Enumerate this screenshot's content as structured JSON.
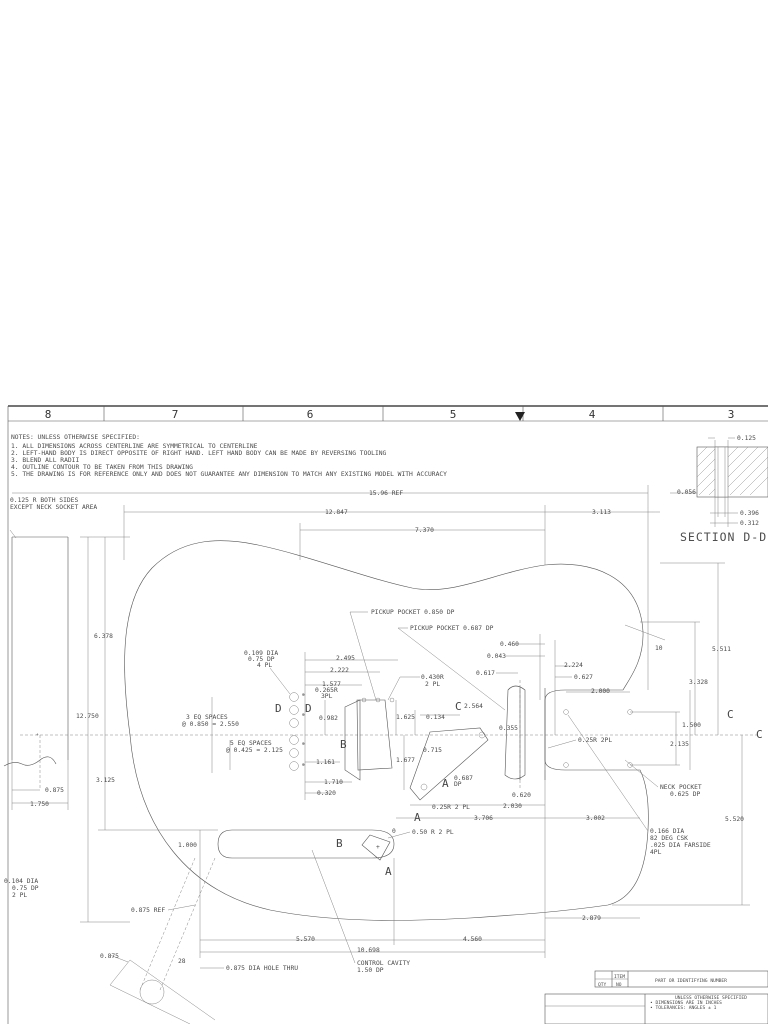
{
  "zones": [
    "8",
    "7",
    "6",
    "5",
    "4",
    "3"
  ],
  "notes": {
    "title": "NOTES: UNLESS OTHERWISE SPECIFIED:",
    "lines": [
      "1. ALL DIMENSIONS ACROSS CENTERLINE ARE SYMMETRICAL TO CENTERLINE",
      "2. LEFT-HAND BODY IS DIRECT OPPOSITE OF RIGHT HAND. LEFT HAND BODY CAN BE MADE BY REVERSING TOOLING",
      "3. BLEND ALL RADII",
      "4. OUTLINE CONTOUR TO BE TAKEN FROM THIS DRAWING",
      "5. THE DRAWING IS FOR REFERENCE ONLY AND DOES NOT GUARANTEE ANY DIMENSION TO MATCH ANY EXISTING MODEL WITH ACCURACY"
    ]
  },
  "section": {
    "title": "SECTION D-D",
    "dims": [
      "0.125",
      "0.056",
      "0.396",
      "0.312"
    ]
  },
  "callouts": {
    "edge_radius": [
      "0.125 R BOTH SIDES",
      "EXCEPT NECK SOCKET AREA"
    ],
    "pickup_850": "PICKUP POCKET 0.850 DP",
    "pickup_687": "PICKUP POCKET 0.687 DP",
    "holes_109": [
      "0.109 DIA",
      "0.75 DP",
      "4 PL"
    ],
    "radius_265": [
      "0.265R",
      "3PL"
    ],
    "radius_430": [
      "0.430R",
      "2 PL"
    ],
    "eq_spaces_3": [
      "3 EQ SPACES",
      "@ 0.850 = 2.550"
    ],
    "eq_spaces_5": [
      "5 EQ SPACES",
      "@ 0.425 = 2.125"
    ],
    "depth_687": [
      "0.687",
      "DP"
    ],
    "radius_25_a": "0.25R 2 PL",
    "radius_25_b": "0.25R 2PL",
    "radius_50": "0.50 R 2 PL",
    "neck_pocket": [
      "NECK POCKET",
      "0.625 DP"
    ],
    "dia_166": [
      "0.166 DIA",
      "82 DEG CSK",
      ".025 DIA FARSIDE",
      "4PL"
    ],
    "dia_104": [
      "0.104 DIA",
      "0.75 DP",
      "2 PL"
    ],
    "ref_875": "0.875 REF",
    "hole_thru": "0.875 DIA HOLE THRU",
    "control_cavity": [
      "CONTROL CAVITY",
      "1.50 DP"
    ],
    "angle_10": "10",
    "angle_28": "28",
    "zero_lbl": "0"
  },
  "dims": {
    "overall": "15.96 REF",
    "d12847": "12.847",
    "d3113": "3.113",
    "d7370": "7.370",
    "d6378": "6.378",
    "d12750": "12.750",
    "d3125": "3.125",
    "d5511": "5.511",
    "d3328": "3.328",
    "d5520": "5.520",
    "d2495": "2.495",
    "d2222": "2.222",
    "d1577": "1.577",
    "d0982": "0.982",
    "d1625": "1.625",
    "d0134": "0.134",
    "d2564": "2.564",
    "d0617": "0.617",
    "d0460": "0.460",
    "d0043": "0.043",
    "d2224": "2.224",
    "d0627": "0.627",
    "d2000": "2.000",
    "d1500": "1.500",
    "d2135": "2.135",
    "d0355": "0.355",
    "d0715": "0.715",
    "d1677": "1.677",
    "d1161": "1.161",
    "d1710": "1.710",
    "d0320": "0.320",
    "d2030": "2.030",
    "d3706": "3.706",
    "d3002": "3.002",
    "d0620": "0.620",
    "d1000": "1.000",
    "d2879": "2.879",
    "d5570": "5.570",
    "d4560": "4.560",
    "d10698": "10.698",
    "d0875a": "0.875",
    "d1750": "1.750",
    "d0875b": "0.875"
  },
  "markers": {
    "C1": "C",
    "C2": "C",
    "CL": "C",
    "D1": "D",
    "D2": "D",
    "B1": "B",
    "B2": "B",
    "A1": "A",
    "A2": "A",
    "A3": "A"
  },
  "title_block": {
    "qty": "QTY",
    "item": "ITEM",
    "item_no": "NO",
    "part": "PART OR IDENTIFYING NUMBER",
    "fine": [
      "UNLESS OTHERWISE SPECIFIED",
      "• DIMENSIONS ARE IN INCHES",
      "• TOLERANCES:  ANGLES ± 1"
    ]
  }
}
